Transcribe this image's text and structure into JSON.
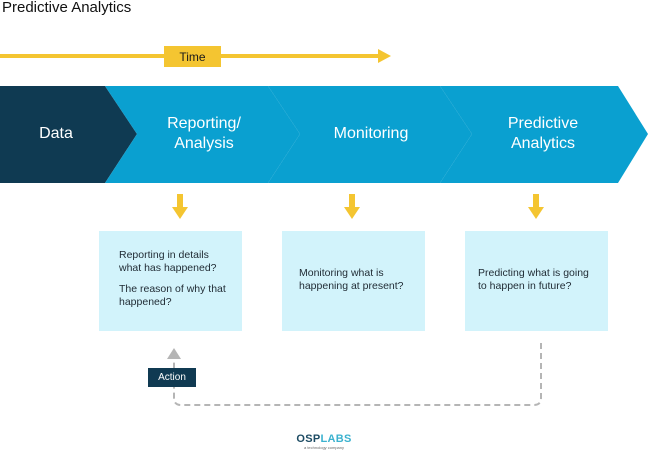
{
  "title": "Predictive Analytics",
  "time_label": "Time",
  "stages": [
    {
      "label": "Data",
      "color": "#0f3a52"
    },
    {
      "label": "Reporting/\nAnalysis",
      "color": "#0aa0d0"
    },
    {
      "label": "Monitoring",
      "color": "#0aa0d0"
    },
    {
      "label": "Predictive\nAnalytics",
      "color": "#0aa0d0"
    }
  ],
  "descriptions": [
    {
      "lines": [
        "Reporting in details what has happened?",
        "The reason of why that happened?"
      ]
    },
    {
      "lines": [
        "Monitoring what is happening at present?"
      ]
    },
    {
      "lines": [
        "Predicting what is going to happen in future?"
      ]
    }
  ],
  "action_label": "Action",
  "logo": {
    "prefix": "OSP",
    "suffix": "LABS",
    "tagline": "a technology company"
  },
  "colors": {
    "accent_yellow": "#f4c531",
    "dark_navy": "#0f3a52",
    "stage_blue": "#0aa0d0",
    "box_fill": "#d2f3fb",
    "feedback_line": "#b5b5b5"
  }
}
